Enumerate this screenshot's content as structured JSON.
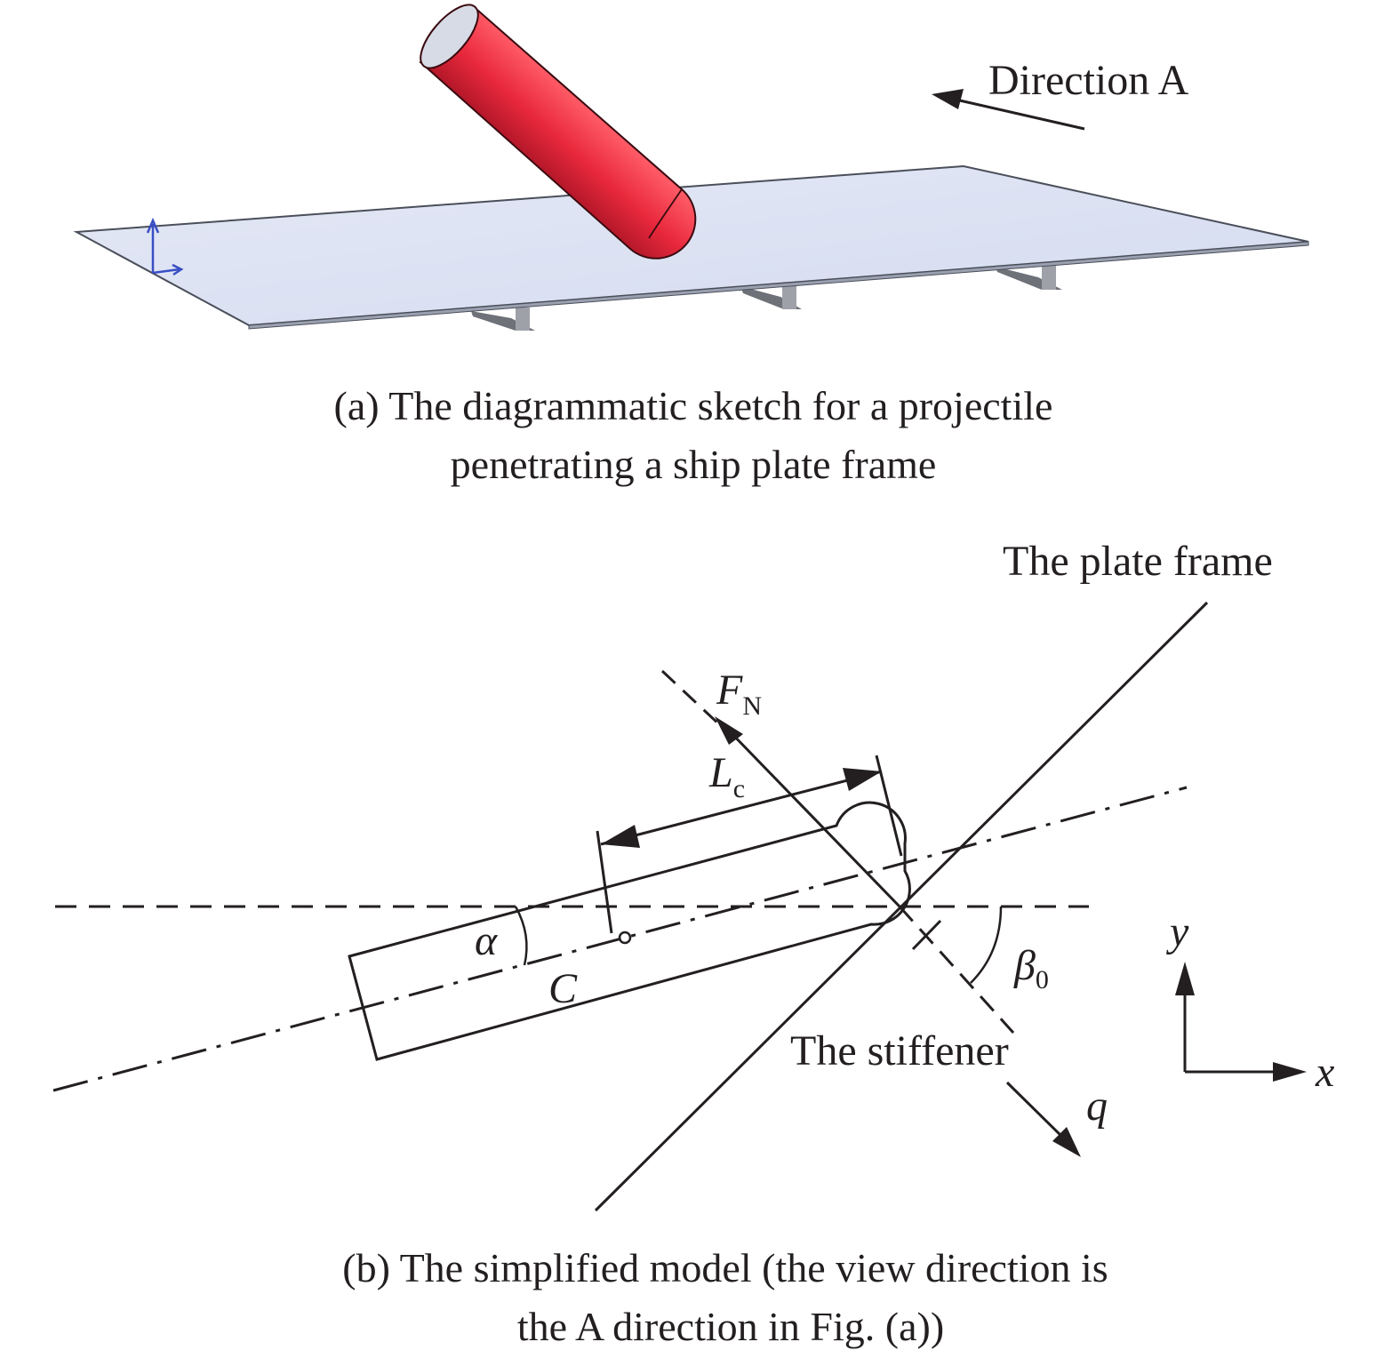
{
  "panel_a": {
    "direction_label": "Direction A",
    "caption_line1": "(a) The diagrammatic sketch for a projectile",
    "caption_line2": "penetrating a ship plate frame"
  },
  "panel_b": {
    "plate_frame_label": "The plate frame",
    "stiffener_label": "The stiffener",
    "force_label_main": "F",
    "force_label_sub": "N",
    "length_label_main": "L",
    "length_label_sub": "c",
    "alpha_label": "α",
    "centroid_label": "C",
    "beta_label_main": "β",
    "beta_label_sub": "0",
    "q_label": "q",
    "x_axis_label": "x",
    "y_axis_label": "y",
    "caption_line1": "(b) The simplified model (the view direction is",
    "caption_line2": "the A direction in Fig. (a))"
  },
  "colors": {
    "projectile_red": "#e8283c",
    "plate_blue": "#dde3f3",
    "stiffener_gray": "#7d8088",
    "axis_blue": "#3a4fc4",
    "ink": "#231f20"
  }
}
